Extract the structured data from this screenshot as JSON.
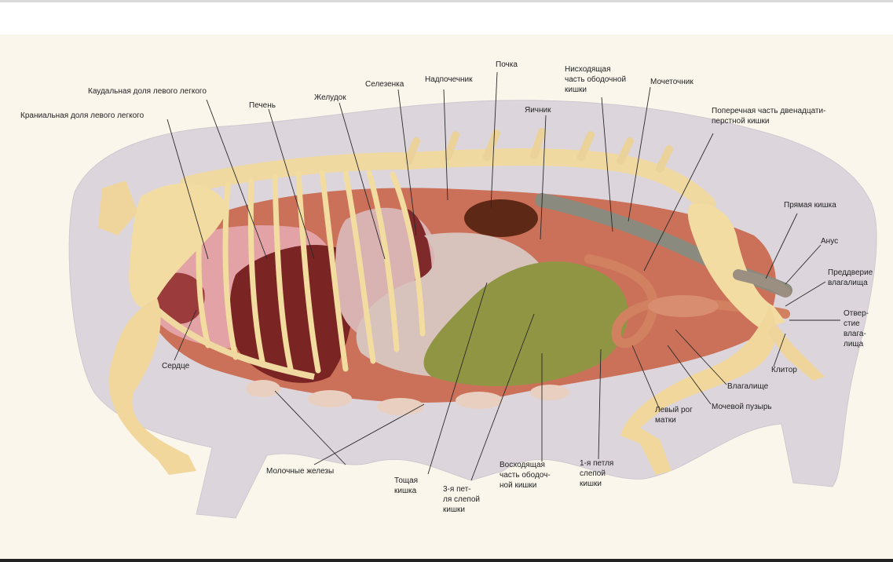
{
  "labels": {
    "kaud_lung": "Каудальная доля левого легкого",
    "kran_lung": "Краниальная доля левого легкого",
    "liver": "Печень",
    "stomach": "Желудок",
    "spleen": "Селезенка",
    "adrenal": "Надпочечник",
    "kidney": "Почка",
    "desc_colon": "Нисходящая\nчасть ободочной\nкишки",
    "ureter": "Мочеточник",
    "ovary": "Яичник",
    "duodenum": "Поперечная часть двенадцати-\nперстной кишки",
    "rectum": "Прямая кишка",
    "anus": "Анус",
    "vestibule": "Преддверие\nвлагалища",
    "vag_opening": "Отвер-\nстие\nвлага-\nлища",
    "clitoris": "Клитор",
    "vagina": "Влагалище",
    "bladder": "Мочевой пузырь",
    "uterine_horn": "Левый рог\nматки",
    "cecum1": "1-я петля\nслепой\nкишки",
    "asc_colon": "Восходящая\nчасть ободоч-\nной кишки",
    "cecum3": "3-я пет-\nля слепой\nкишки",
    "jejunum": "Тощая\nкишка",
    "mammary": "Молочные железы",
    "heart": "Сердце"
  }
}
